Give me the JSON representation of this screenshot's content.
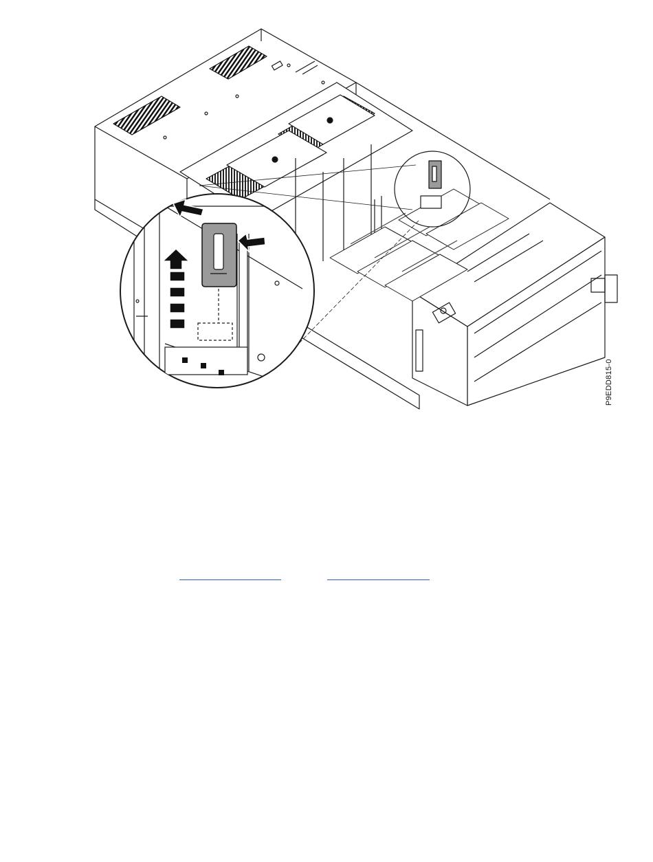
{
  "figure": {
    "label": "P9EDD815-0",
    "icons": {
      "chassis": "server-chassis-illustration",
      "detail": "magnified-detail-callout",
      "arrow": "removal-arrow"
    }
  },
  "links": {
    "first": "",
    "second": ""
  },
  "colors": {
    "line": "#1a1a1a",
    "component": "#9a9a9a",
    "link": "#2a5db0"
  }
}
